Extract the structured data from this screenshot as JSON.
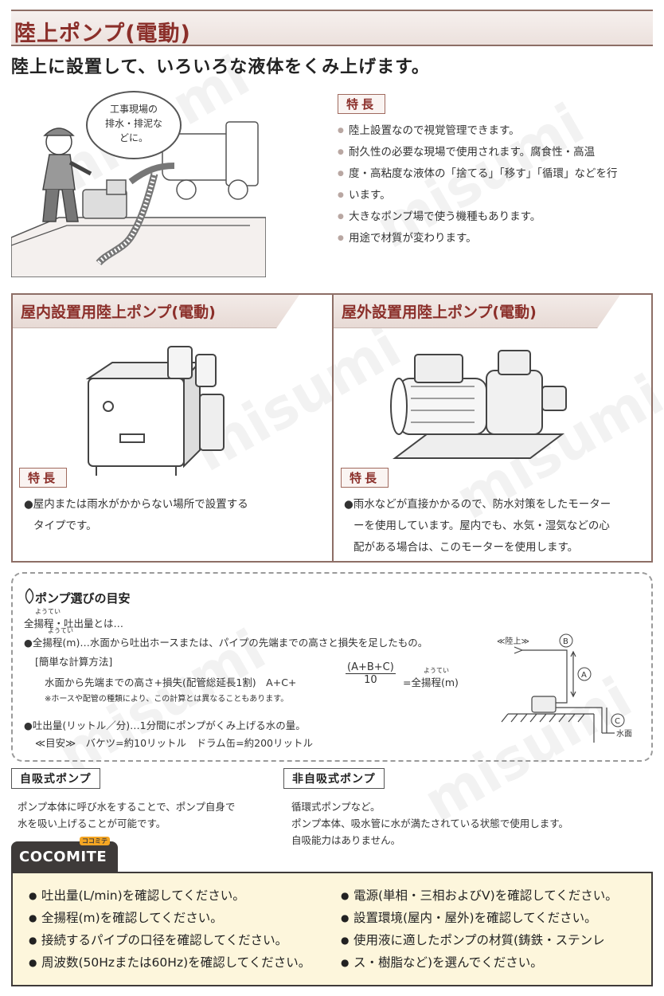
{
  "header": {
    "title": "陸上ポンプ(電動)",
    "subtitle": "陸上に設置して、いろいろな液体をくみ上げます。"
  },
  "hero": {
    "speech_lines": [
      "工事現場の",
      "排水・排泥な",
      "どに。"
    ]
  },
  "features": {
    "tag": "特長",
    "items": [
      "陸上設置なので視覚管理できます。",
      "耐久性の必要な現場で使用されます。腐食性・高温",
      "度・高粘度な液体の「捨てる」「移す」「循環」などを行",
      "います。",
      "大きなポンプ場で使う機種もあります。",
      "用途で材質が変わります。"
    ]
  },
  "indoor": {
    "title": "屋内設置用陸上ポンプ(電動)",
    "tag": "特長",
    "text_lines": [
      "●屋内または雨水がかからない場所で設置する",
      "タイプです。"
    ]
  },
  "outdoor": {
    "title": "屋外設置用陸上ポンプ(電動)",
    "tag": "特長",
    "text_lines": [
      "●雨水などが直接かかるので、防水対策をしたモーター",
      "ーを使用しています。屋内でも、水気・湿気などの心",
      "配がある場合は、このモーターを使用します。"
    ]
  },
  "guide": {
    "title": "ポンプ選びの目安",
    "intro": "全揚程・吐出量とは…",
    "ruby": "ようてい",
    "head_def": "●全揚程(m)…水面から吐出ホースまたは、パイプの先端までの高さと損失を足したもの。",
    "calc_label": "[簡単な計算方法]",
    "calc_formula": "水面から先端までの高さ+損失(配管総延長1割)　A+C+",
    "frac_num": "(A+B+C)",
    "frac_den": "10",
    "calc_result": "=全揚程(m)",
    "calc_note": "※ホースや配管の種類により、この計算とは異なることもあります。",
    "flow_def": "●吐出量(リットル／分)…1分間にポンプがくみ上げる水の量。",
    "flow_example": "≪目安≫　バケツ=約10リットル　ドラム缶=約200リットル",
    "diagram": {
      "land_label": "≪陸上≫",
      "a": "A",
      "b": "B",
      "c": "C",
      "water_label": "水面"
    }
  },
  "self_priming": {
    "label": "自吸式ポンプ",
    "lines": [
      "ポンプ本体に呼び水をすることで、ポンプ自身で",
      "水を吸い上げることが可能です。"
    ]
  },
  "non_self_priming": {
    "label": "非自吸式ポンプ",
    "lines": [
      "循環式ポンプなど。",
      "ポンプ本体、吸水管に水が満たされている状態で使用します。",
      "自吸能力はありません。"
    ]
  },
  "cocomite": {
    "badge_top": "ココミテ",
    "badge": "COCOMITE",
    "left": [
      "吐出量(L/min)を確認してください。",
      "全揚程(m)を確認してください。",
      "接続するパイプの口径を確認してください。",
      "周波数(50Hzまたは60Hz)を確認してください。"
    ],
    "right": [
      "電源(単相・三相およびV)を確認してください。",
      "設置環境(屋内・屋外)を確認してください。",
      "使用液に適したポンプの材質(鋳鉄・ステンレ",
      "ス・樹脂など)を選んでください。"
    ]
  },
  "watermark": "misumi"
}
